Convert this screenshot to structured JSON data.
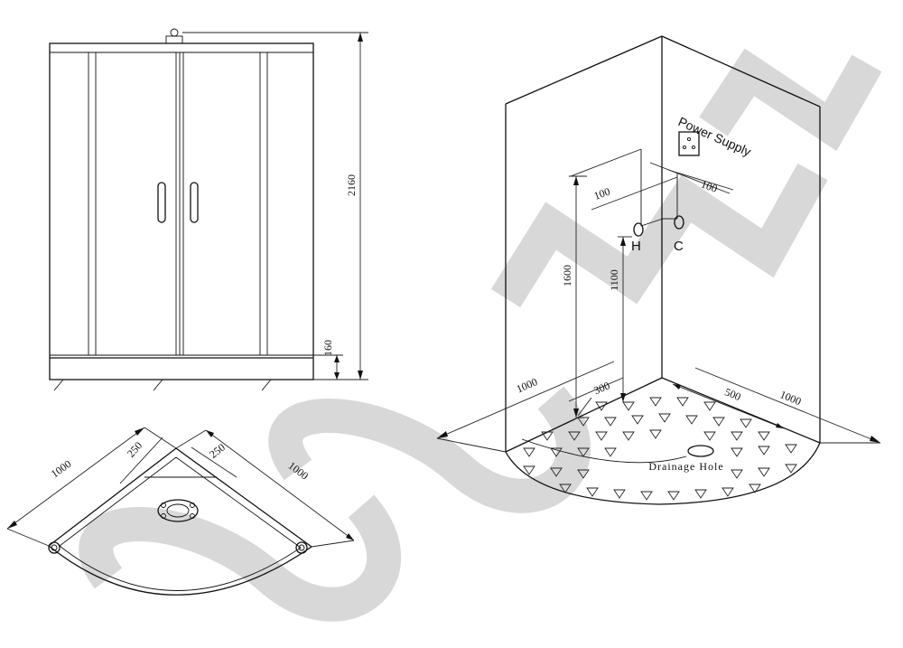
{
  "watermark": "SSWW",
  "front_view": {
    "height_total": "2160",
    "base_height": "160"
  },
  "tray_plan": {
    "side_left": "1000",
    "side_right": "1000",
    "offset_left": "250",
    "offset_right": "250"
  },
  "install_view": {
    "power_label": "Power Supply",
    "hot_label": "H",
    "cold_label": "C",
    "power_height": "1600",
    "valve_height": "1100",
    "offset_left": "100",
    "offset_right": "100",
    "floor_left": "1000",
    "floor_right": "1000",
    "drain_offset_left": "300",
    "drain_offset_right": "500",
    "drain_label": "Drainage Hole"
  }
}
